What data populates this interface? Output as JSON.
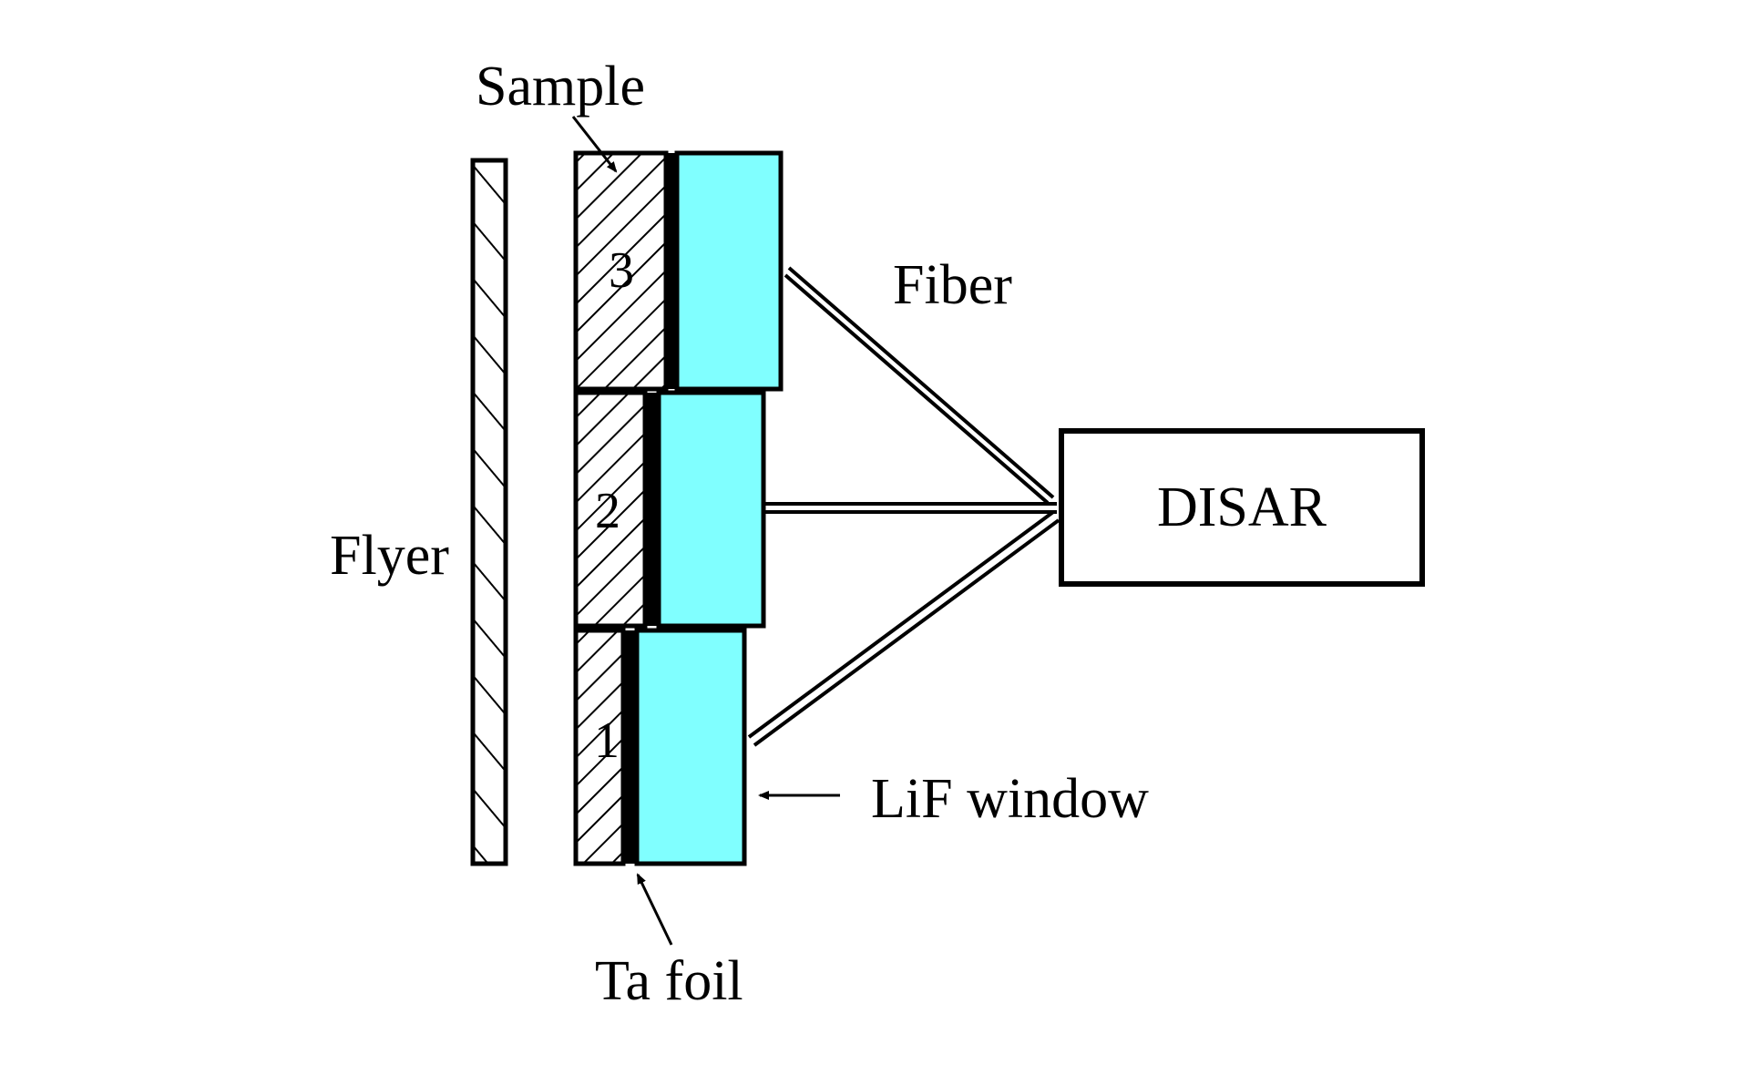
{
  "diagram": {
    "labels": {
      "sample": "Sample",
      "flyer": "Flyer",
      "fiber": "Fiber",
      "disar": "DISAR",
      "lif_window": "LiF window",
      "ta_foil": "Ta foil"
    },
    "samples": [
      {
        "number": "1"
      },
      {
        "number": "2"
      },
      {
        "number": "3"
      }
    ],
    "colors": {
      "lif_window": "#80ffff",
      "ta_foil": "#000000",
      "stroke": "#000000",
      "background": "#ffffff"
    }
  }
}
